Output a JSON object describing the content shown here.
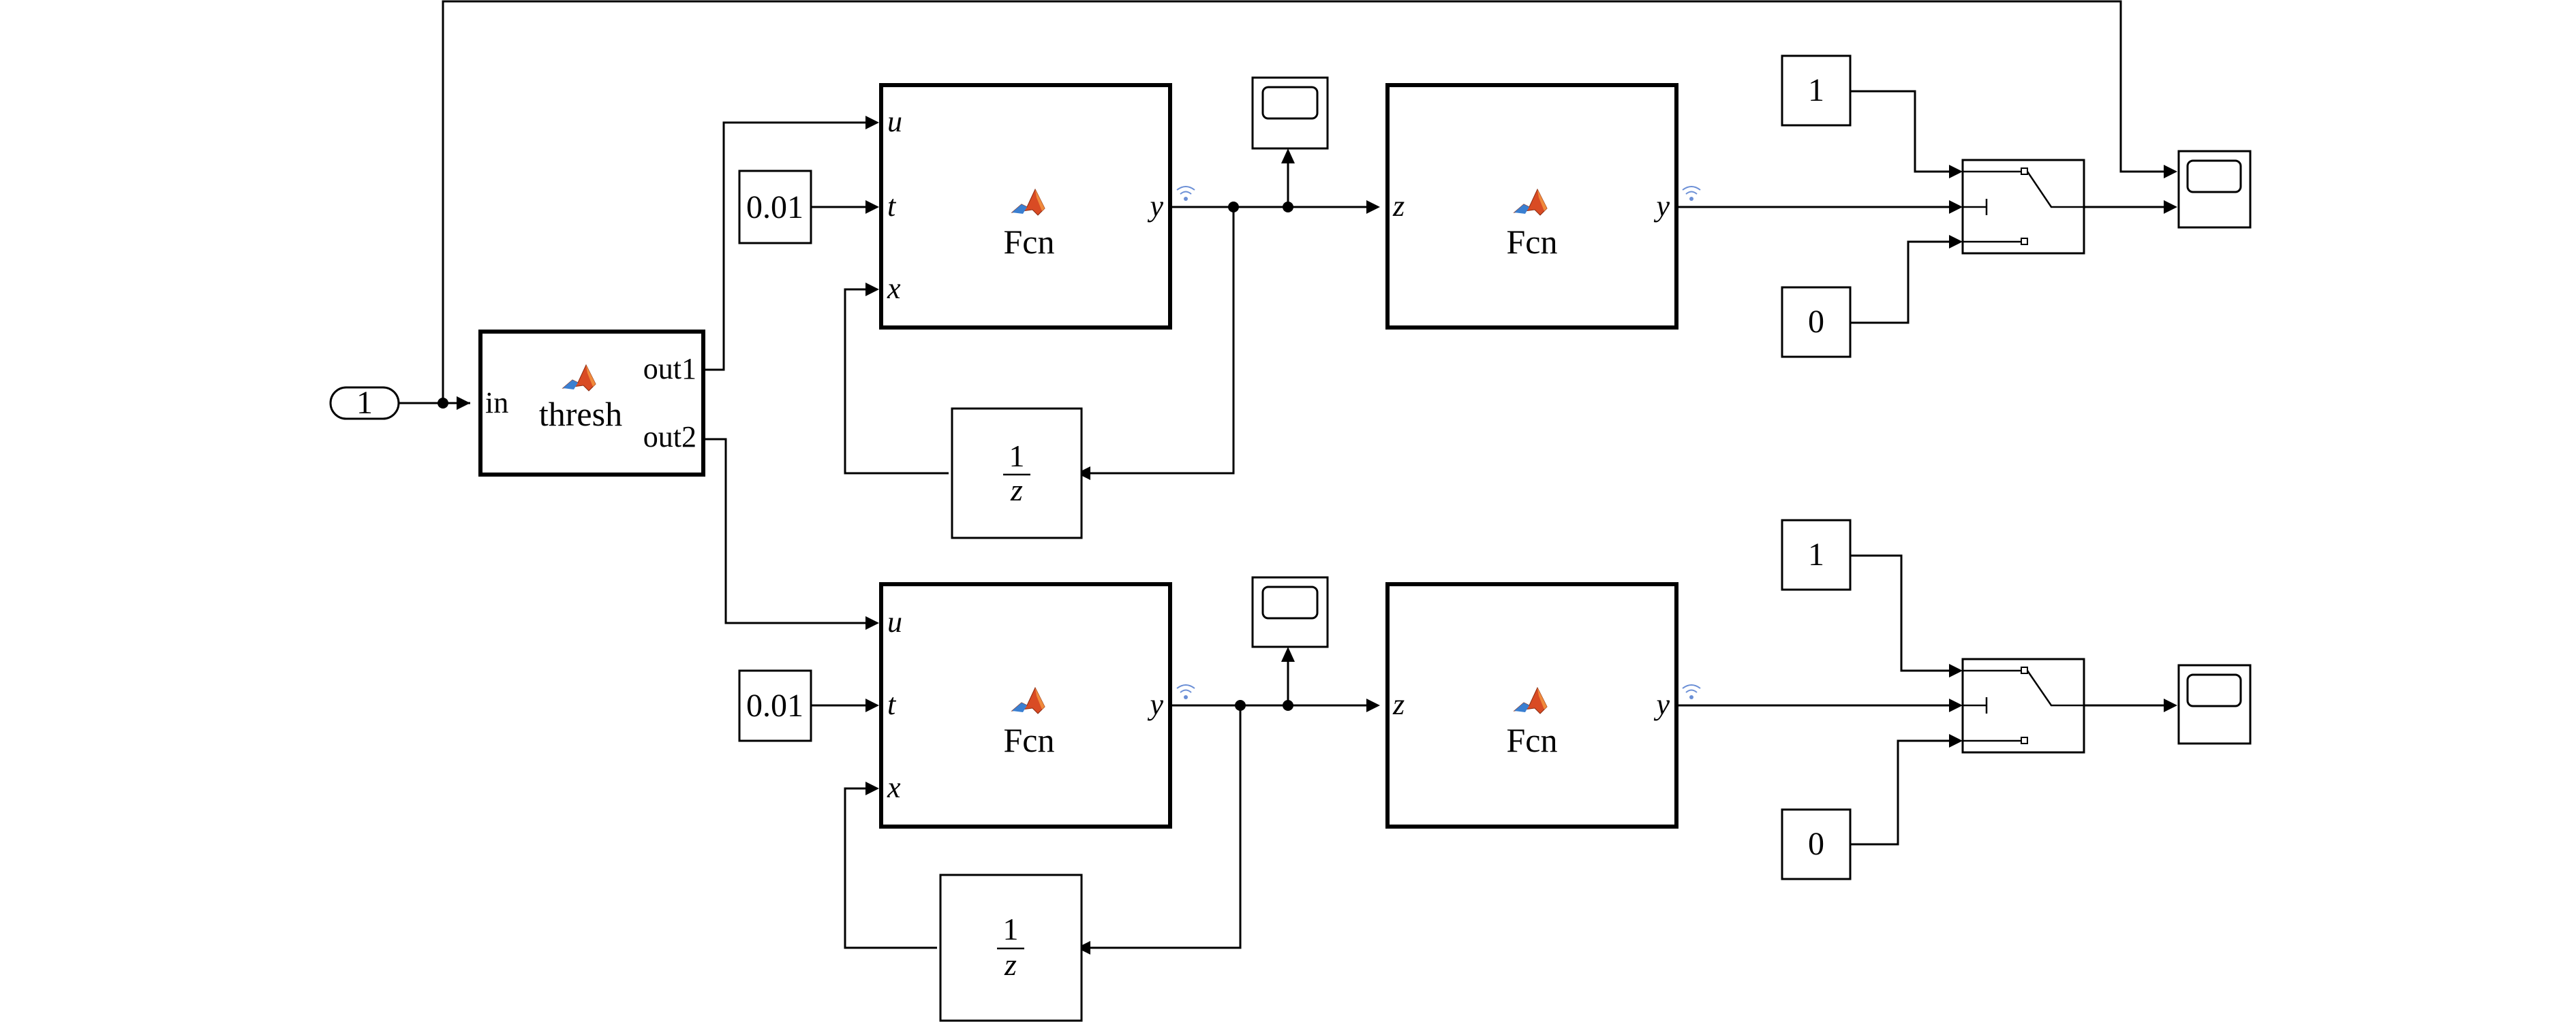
{
  "diagram": {
    "type": "simulink-block-diagram",
    "colors": {
      "line": "#000000",
      "background": "#ffffff",
      "matlab_icon_red": "#d94b24",
      "matlab_icon_blue": "#3a7fd1",
      "wireless_icon": "#6b8fd6"
    },
    "inport": {
      "label": "1"
    },
    "thresh_block": {
      "name": "thresh",
      "icon": "matlab-function-icon",
      "inputs": [
        "in"
      ],
      "outputs": [
        "out1",
        "out2"
      ]
    },
    "branches": [
      {
        "id": "top",
        "constant_t": {
          "value": "0.01"
        },
        "fcn1": {
          "name": "Fcn",
          "icon": "matlab-function-icon",
          "inputs": [
            "u",
            "t",
            "x"
          ],
          "outputs": [
            "y"
          ]
        },
        "delay": {
          "numerator": "1",
          "denominator": "z"
        },
        "scope_mid": {
          "icon": "scope-icon"
        },
        "fcn2": {
          "name": "Fcn",
          "icon": "matlab-function-icon",
          "inputs": [
            "z"
          ],
          "outputs": [
            "y"
          ]
        },
        "switch": {
          "icon": "switch-icon",
          "const_high": "1",
          "const_low": "0"
        },
        "scope_out": {
          "icon": "scope-icon",
          "inputs": 2
        }
      },
      {
        "id": "bottom",
        "constant_t": {
          "value": "0.01"
        },
        "fcn1": {
          "name": "Fcn",
          "icon": "matlab-function-icon",
          "inputs": [
            "u",
            "t",
            "x"
          ],
          "outputs": [
            "y"
          ]
        },
        "delay": {
          "numerator": "1",
          "denominator": "z"
        },
        "scope_mid": {
          "icon": "scope-icon"
        },
        "fcn2": {
          "name": "Fcn",
          "icon": "matlab-function-icon",
          "inputs": [
            "z"
          ],
          "outputs": [
            "y"
          ]
        },
        "switch": {
          "icon": "switch-icon",
          "const_high": "1",
          "const_low": "0"
        },
        "scope_out": {
          "icon": "scope-icon",
          "inputs": 1
        }
      }
    ]
  }
}
